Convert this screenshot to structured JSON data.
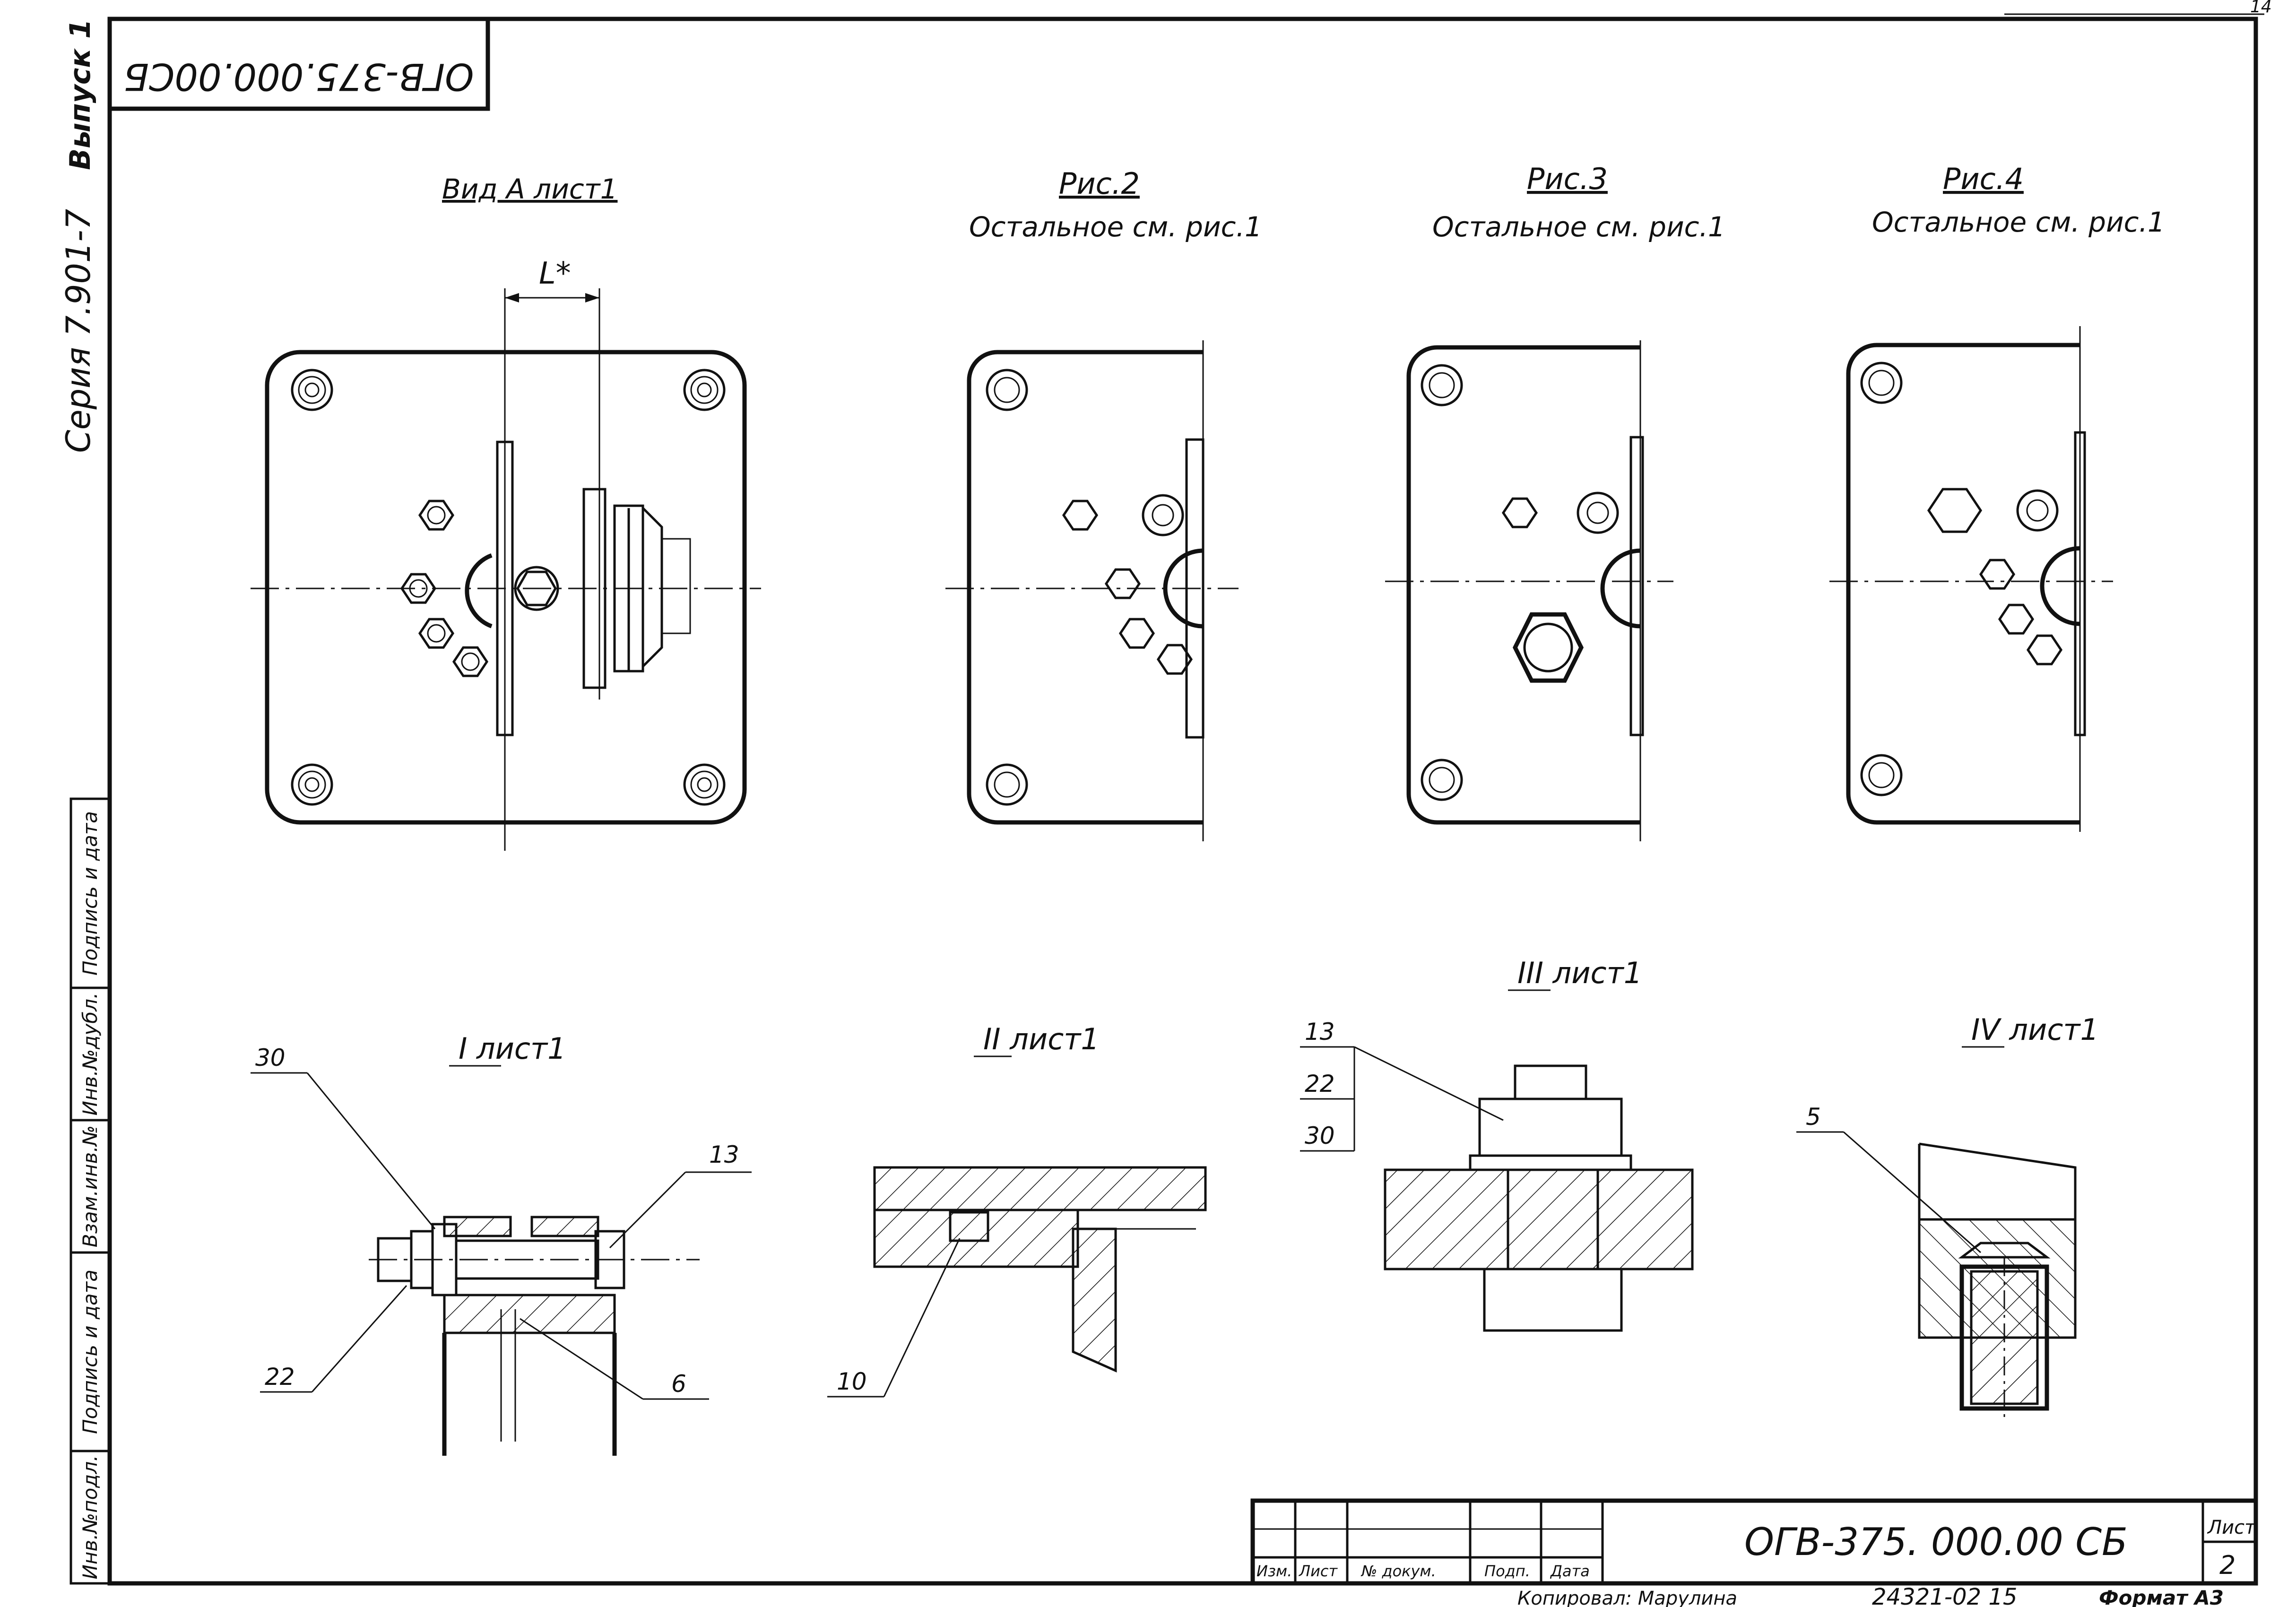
{
  "stamp_top": "ОГВ-375.000.00СБ",
  "page_corner": "14",
  "side_labels": {
    "series": "Серия 7.901-7",
    "issue": "Выпуск 1"
  },
  "left_strip": [
    "Инв.№подл.",
    "Подпись и дата",
    "Взам.инв.№",
    "Инв.№дубл.",
    "Подпись и дата"
  ],
  "views": {
    "a": {
      "title": "Вид А  лист1",
      "dim": "L*"
    },
    "fig2": {
      "title": "Рис.2",
      "note": "Остальное см. рис.1"
    },
    "fig3": {
      "title": "Рис.3",
      "note": "Остальное см. рис.1"
    },
    "fig4": {
      "title": "Рис.4",
      "note": "Остальное см. рис.1"
    }
  },
  "details": {
    "d1": {
      "title": "I  лист1",
      "callouts": [
        "30",
        "13",
        "22",
        "6"
      ]
    },
    "d2": {
      "title": "II  лист1",
      "callouts": [
        "10"
      ]
    },
    "d3": {
      "title": "III  лист1",
      "callouts": [
        "13",
        "22",
        "30"
      ]
    },
    "d4": {
      "title": "IV  лист1",
      "callouts": [
        "5"
      ]
    }
  },
  "title_block": {
    "headers": [
      "Изм.",
      "Лист",
      "№ докум.",
      "Подп.",
      "Дата"
    ],
    "designation": "ОГВ-375. 000.00 СБ",
    "sheet_label": "Лист",
    "sheet_no": "2",
    "copied": "Копировал: Марулина",
    "archive": "24321-02  15",
    "format": "Формат А3"
  }
}
